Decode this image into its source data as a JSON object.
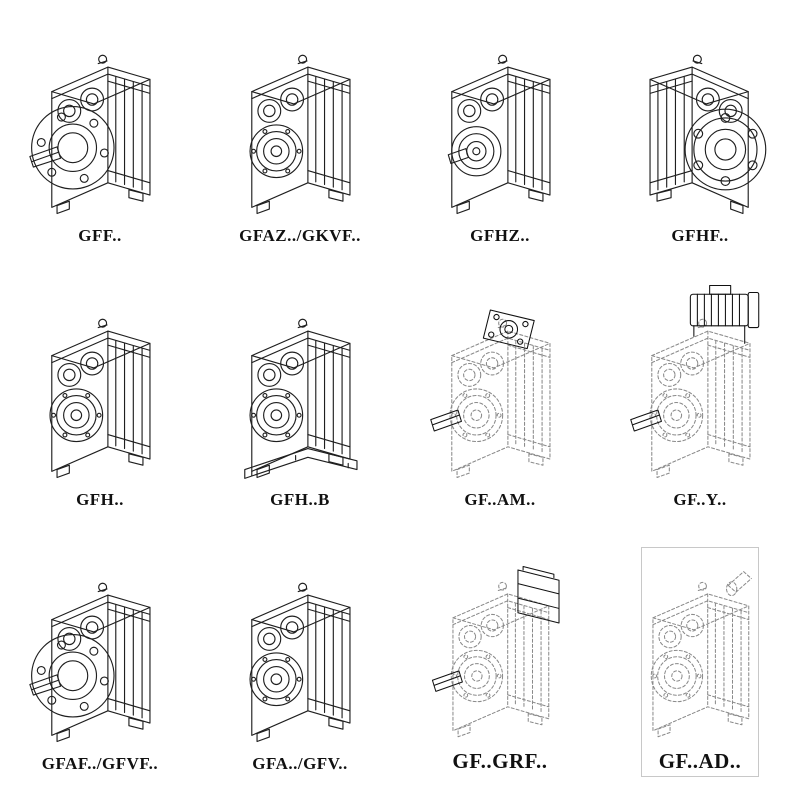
{
  "page": {
    "background": "#ffffff",
    "line_color": "#1f1f1f",
    "phantom_line_color": "#8a8a8a"
  },
  "catalog": {
    "items": [
      {
        "label": "GFF..",
        "drawing": "gearbox-flange-shaft"
      },
      {
        "label": "GFAZ../GKVF..",
        "drawing": "gearbox-hollow-bore"
      },
      {
        "label": "GFHZ..",
        "drawing": "gearbox-shaft-bearing"
      },
      {
        "label": "GFHF..",
        "drawing": "gearbox-flange-front"
      },
      {
        "label": "GFH..",
        "drawing": "gearbox-hollow-bore"
      },
      {
        "label": "GFH..B",
        "drawing": "gearbox-foot-mount"
      },
      {
        "label": "GF..AM..",
        "drawing": "gearbox-phantom-motor-flange"
      },
      {
        "label": "GF..Y..",
        "drawing": "gearbox-phantom-motor"
      },
      {
        "label": "GFAF../GFVF..",
        "drawing": "gearbox-flange-shaft"
      },
      {
        "label": "GFA../GFV..",
        "drawing": "gearbox-hollow-bore"
      },
      {
        "label": "GF..GRF..",
        "drawing": "gearbox-phantom-adapter"
      },
      {
        "label": "GF..AD..",
        "drawing": "gearbox-phantom-input-shaft"
      }
    ]
  }
}
